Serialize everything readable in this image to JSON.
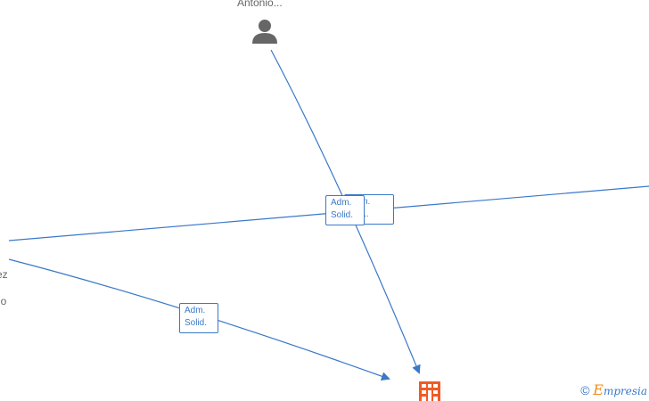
{
  "nodes": {
    "person_top": {
      "label": "Antonio...",
      "icon": "person-icon"
    },
    "left_label_1": "ez",
    "left_label_2": "go",
    "company": {
      "icon": "building-icon",
      "color": "#f15a24"
    }
  },
  "edge_labels": {
    "top_to_company": [
      "Adm.",
      "Solid."
    ],
    "right_to_left": [
      "Adm.",
      "co,..."
    ],
    "left_to_company": [
      "Adm.",
      "Solid."
    ]
  },
  "colors": {
    "edge": "#3a78c9",
    "person_icon": "#666666",
    "company_icon": "#f15a24",
    "brand_accent": "#f28c1c"
  },
  "footer": {
    "copyright_symbol": "©",
    "brand_first": "E",
    "brand_rest": "mpresia"
  }
}
